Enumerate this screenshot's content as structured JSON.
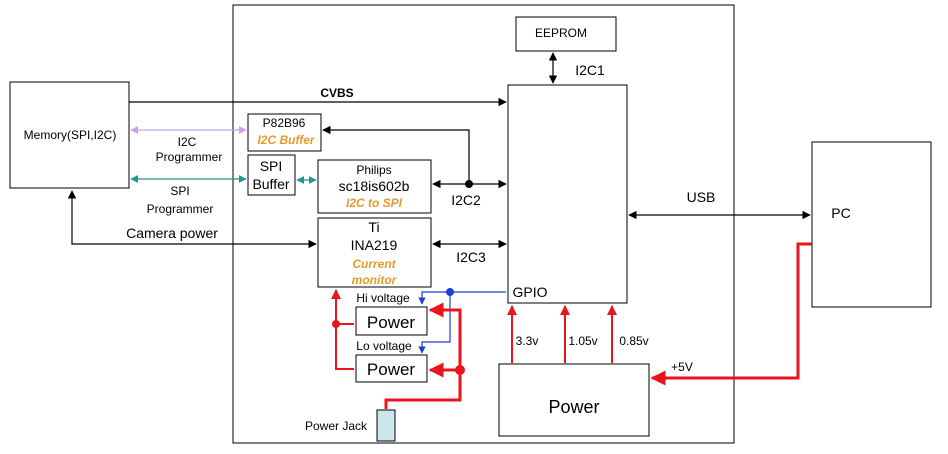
{
  "blocks": {
    "memory": "Memory(SPI,I2C)",
    "eeprom": "EEPROM",
    "p82b96": "P82B96",
    "i2c_buffer": "I2C Buffer",
    "spi_buffer_1": "SPI",
    "spi_buffer_2": "Buffer",
    "philips": "Philips",
    "sc18": "sc18is602b",
    "i2c_to_spi": "I2C to SPI",
    "ti": "Ti",
    "ina219": "INA219",
    "current": "Current",
    "monitor": "monitor",
    "power_hi": "Power",
    "power_lo": "Power",
    "power_main": "Power",
    "pc": "PC",
    "power_jack": "Power Jack"
  },
  "labels": {
    "cvbs": "CVBS",
    "i2c1": "I2C1",
    "i2c2": "I2C2",
    "i2c3": "I2C3",
    "gpio": "GPIO",
    "usb": "USB",
    "i2c_prog_1": "I2C",
    "i2c_prog_2": "Programmer",
    "spi_prog_1": "SPI",
    "spi_prog_2": "Programmer",
    "camera_power": "Camera power",
    "hi_voltage": "Hi voltage",
    "lo_voltage": "Lo voltage",
    "v33": "3.3v",
    "v105": "1.05v",
    "v085": "0.85v",
    "v5": "+5V"
  },
  "colors": {
    "power_rail": "#e8161c",
    "control": "#1f3fd6",
    "spi_link": "#1e9a88",
    "i2c_link": "#c8a0e6",
    "annotation": "#e69a2e"
  }
}
